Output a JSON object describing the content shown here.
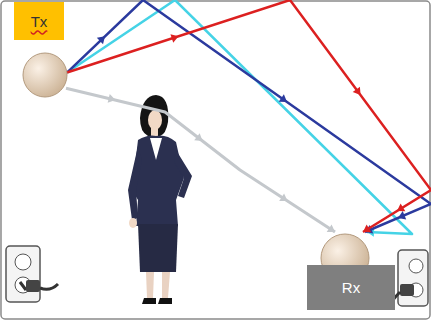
{
  "diagram": {
    "nodes": [
      {
        "text": [
          "Tx"
        ]
      },
      {
        "text": [
          "Rx"
        ]
      }
    ],
    "edges": [
      {
        "from": 0,
        "to": 1,
        "arrow": "to"
      },
      {
        "from": 0,
        "to": 1,
        "arrow": "to"
      },
      {
        "from": 0,
        "to": 1,
        "arrow": "to"
      },
      {
        "from": 0,
        "to": 1,
        "arrow": "to"
      }
    ]
  }
}
